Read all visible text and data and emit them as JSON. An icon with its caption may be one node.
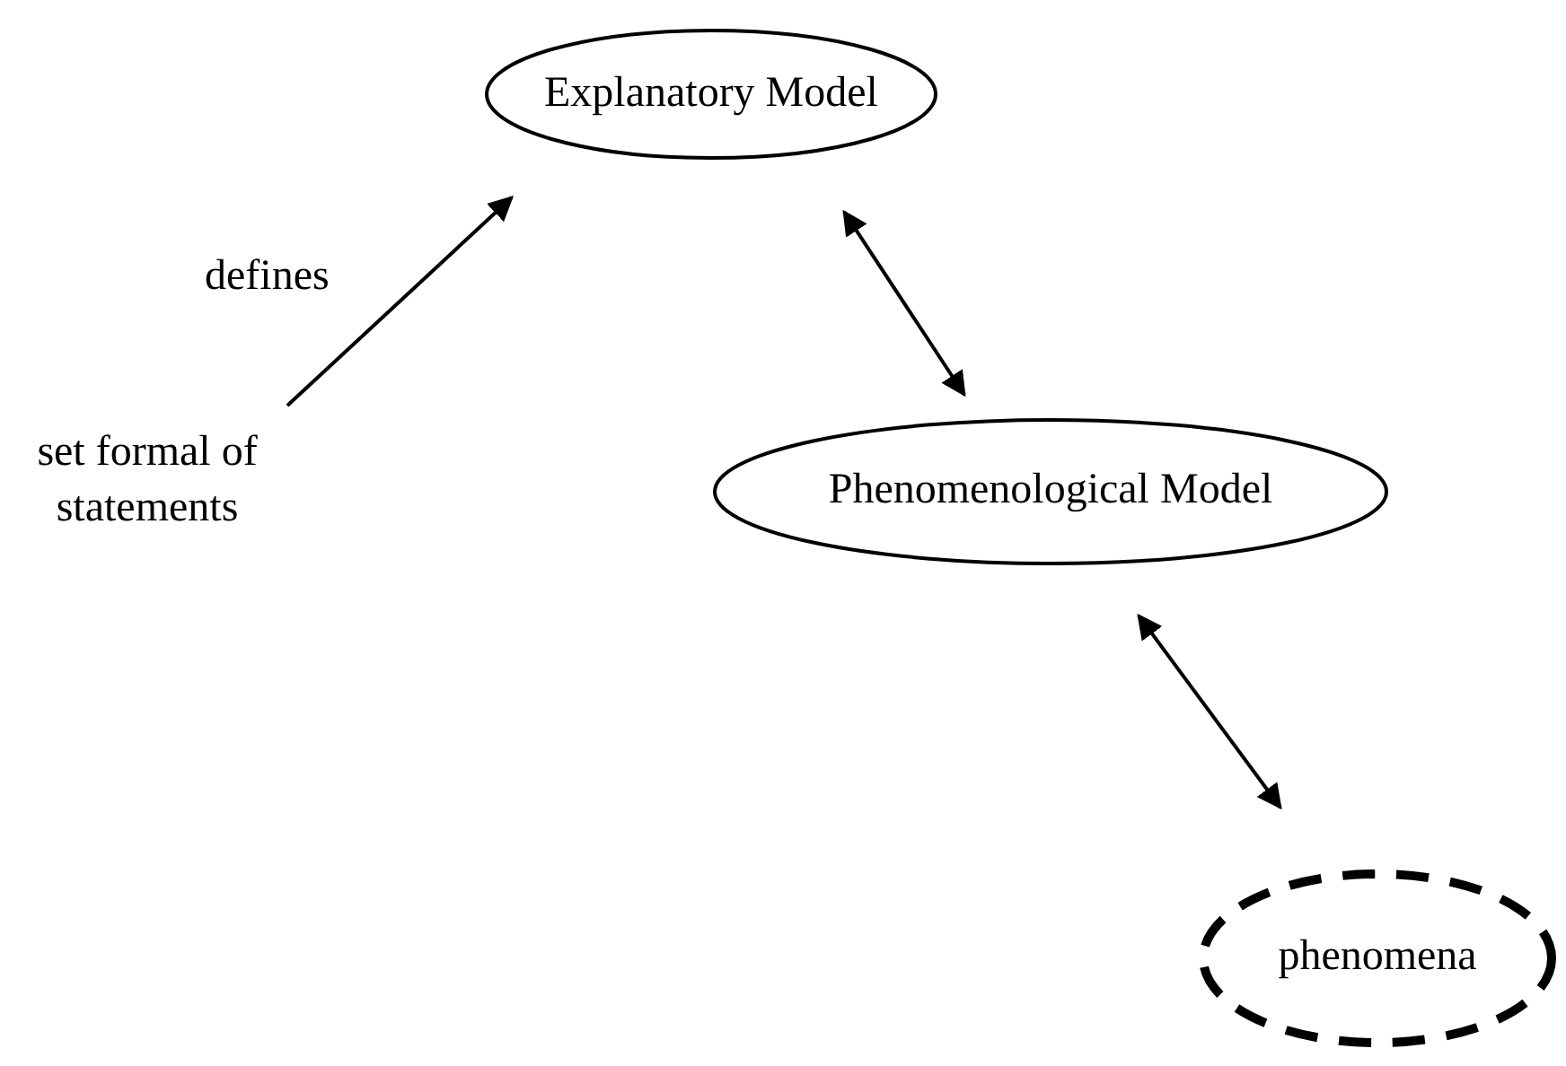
{
  "diagram": {
    "nodes": [
      {
        "text": [
          "Explanatory Model"
        ]
      },
      {
        "text": [
          "Phenomenological Model"
        ]
      },
      {
        "text": [
          "phenomena"
        ]
      },
      {
        "text": [
          "set formal of statements"
        ]
      }
    ],
    "edges": [
      {
        "from": 3,
        "to": 0,
        "arrow": "to",
        "label": "defines"
      },
      {
        "from": 0,
        "to": 1,
        "arrow": "both"
      },
      {
        "from": 1,
        "to": 2,
        "arrow": "both"
      }
    ]
  }
}
